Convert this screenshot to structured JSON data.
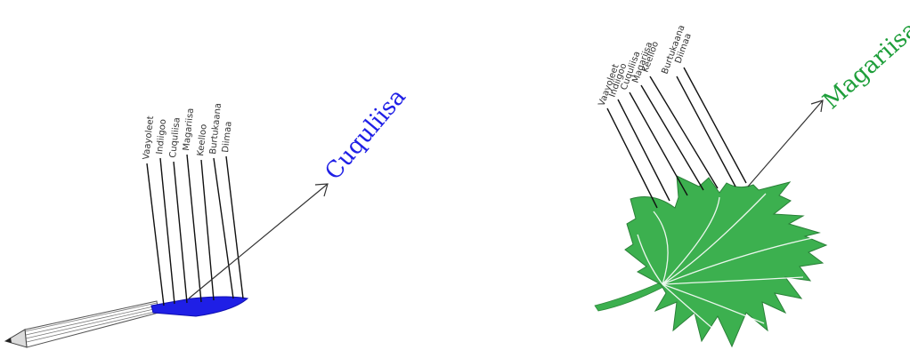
{
  "left_panel": {
    "color_labels": [
      "Diimaa",
      "Burtukaana",
      "Keelloo",
      "Magariisa",
      "Cuquliisa",
      "Indiigoo",
      "Vaayoleet"
    ],
    "answer_label": "Cuquliisa",
    "answer_color": "#1f1fe6",
    "object": "pencil-icon"
  },
  "right_panel": {
    "color_labels": [
      "Diimaa",
      "Burtukaana",
      "Keelloo",
      "Magariisa",
      "Cuquliisa",
      "Indiigoo",
      "Vaayoleet"
    ],
    "answer_label": "Magariisa",
    "answer_color": "#1e9e3a",
    "object": "leaf-icon"
  }
}
